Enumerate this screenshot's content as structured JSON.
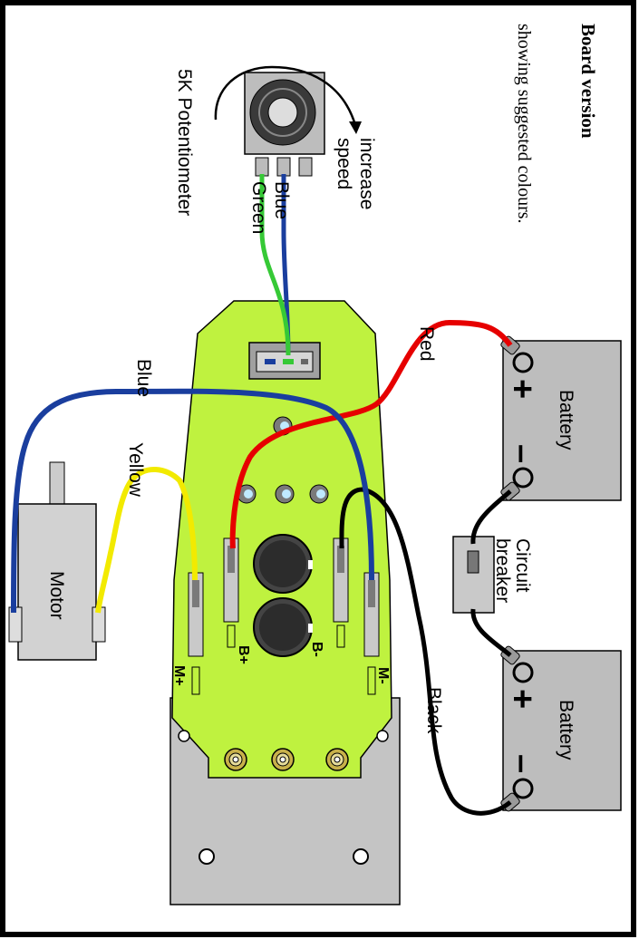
{
  "title": "Board version",
  "subtitle": "showing suggested colours.",
  "potentiometer": {
    "label": "5K Potentiometer",
    "direction": "increase speed"
  },
  "batteries": [
    {
      "label": "Battery",
      "plus": "+",
      "minus": "–"
    },
    {
      "label": "Battery",
      "plus": "+",
      "minus": "–"
    }
  ],
  "breaker": {
    "label": "Circuit breaker"
  },
  "motor": {
    "label": "Motor"
  },
  "wires": {
    "red": "Red",
    "black": "Black",
    "blue_pot": "Blue",
    "green_pot": "Green",
    "blue_motor": "Blue",
    "yellow_motor": "Yellow"
  },
  "terminals": {
    "m_minus": "M-",
    "b_minus": "B-",
    "b_plus": "B+",
    "m_plus": "M+"
  },
  "colors": {
    "board": "#bff23f",
    "red_wire": "#e60000",
    "black_wire": "#000000",
    "blue_wire": "#1a3e9e",
    "green_wire": "#36c936",
    "yellow_wire": "#f2ea00",
    "battery": "#bdbdbd",
    "plate": "#c4c4c4"
  }
}
